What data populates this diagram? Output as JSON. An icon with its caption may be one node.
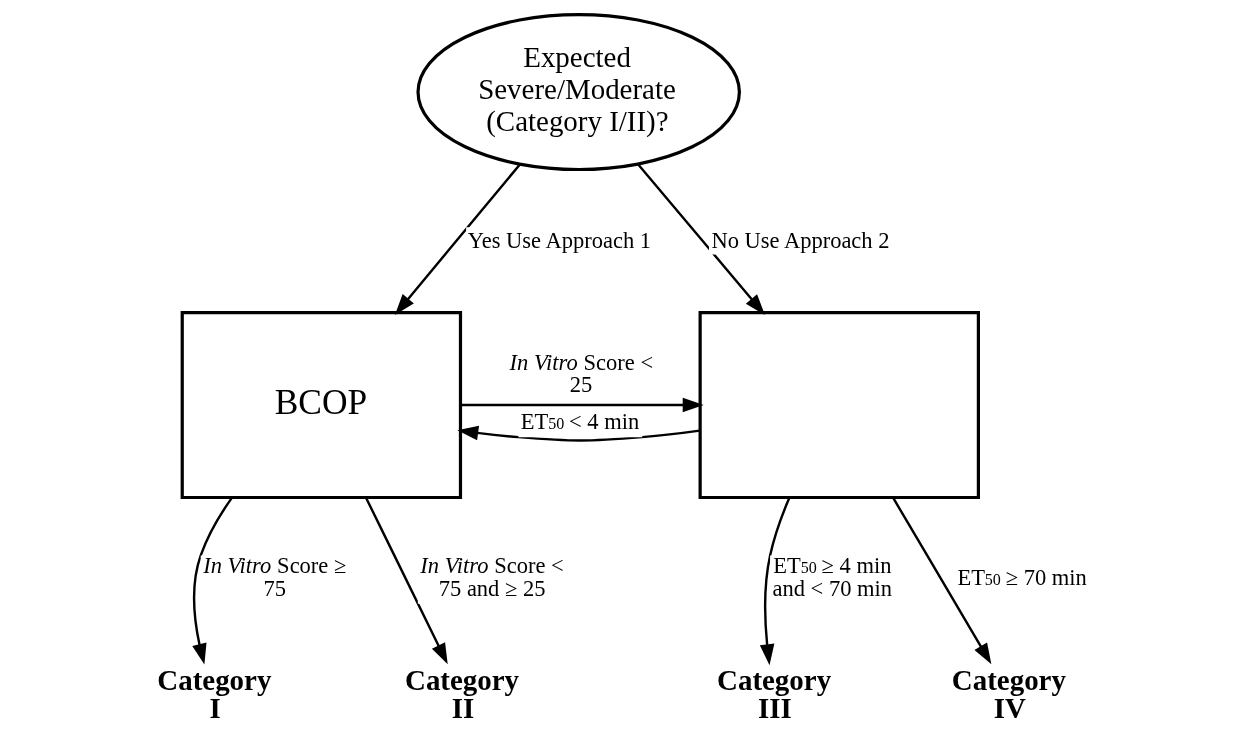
{
  "diagram": {
    "nodes": [
      {
        "text": [
          "Expected Severe/Moderate (Category I/II)?"
        ]
      },
      {
        "text": [
          "BCOP"
        ]
      },
      {
        "text": [],
        "shape": "box"
      },
      {
        "text": [
          "Category I"
        ]
      },
      {
        "text": [
          "Category II"
        ]
      },
      {
        "text": [
          "Category III"
        ]
      },
      {
        "text": [
          "Category IV"
        ]
      }
    ],
    "edges": [
      {
        "from": 0,
        "to": 1,
        "arrow": "to",
        "label": "Yes Use Approach 1"
      },
      {
        "from": 0,
        "to": 2,
        "arrow": "to",
        "label": "No Use Approach 2"
      },
      {
        "from": 1,
        "to": 2,
        "arrow": "to",
        "label": "*In Vitro* Score < 25"
      },
      {
        "from": 2,
        "to": 1,
        "arrow": "to",
        "label": "ET$_{50}$ < 4 min"
      },
      {
        "from": 1,
        "to": 3,
        "arrow": "to",
        "label": "*In Vitro* Score ≥ 75"
      },
      {
        "from": 1,
        "to": 4,
        "arrow": "to",
        "label": "*In Vitro* Score < 75 and ≥ 25"
      },
      {
        "from": 2,
        "to": 5,
        "arrow": "to",
        "label": "ET$_{50}$ ≥ 4 min and < 70 min"
      },
      {
        "from": 2,
        "to": 6,
        "arrow": "to",
        "label": "ET$_{50}$ ≥ 70 min"
      }
    ]
  }
}
